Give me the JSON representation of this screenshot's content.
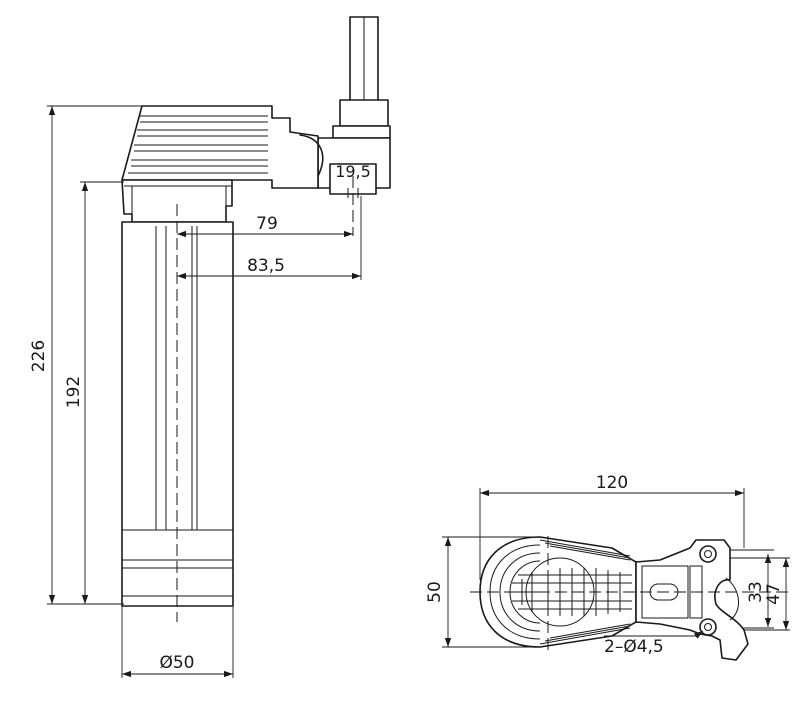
{
  "drawing": {
    "dimensions": {
      "height_total": "226",
      "height_body": "192",
      "offset_79": "79",
      "offset_83_5": "83,5",
      "pin_19_5": "19,5",
      "diameter_50": "Ø50",
      "width_120": "120",
      "width_50": "50",
      "hole_spacing_33": "33",
      "span_47": "47",
      "holes": "2–Ø4,5"
    }
  }
}
